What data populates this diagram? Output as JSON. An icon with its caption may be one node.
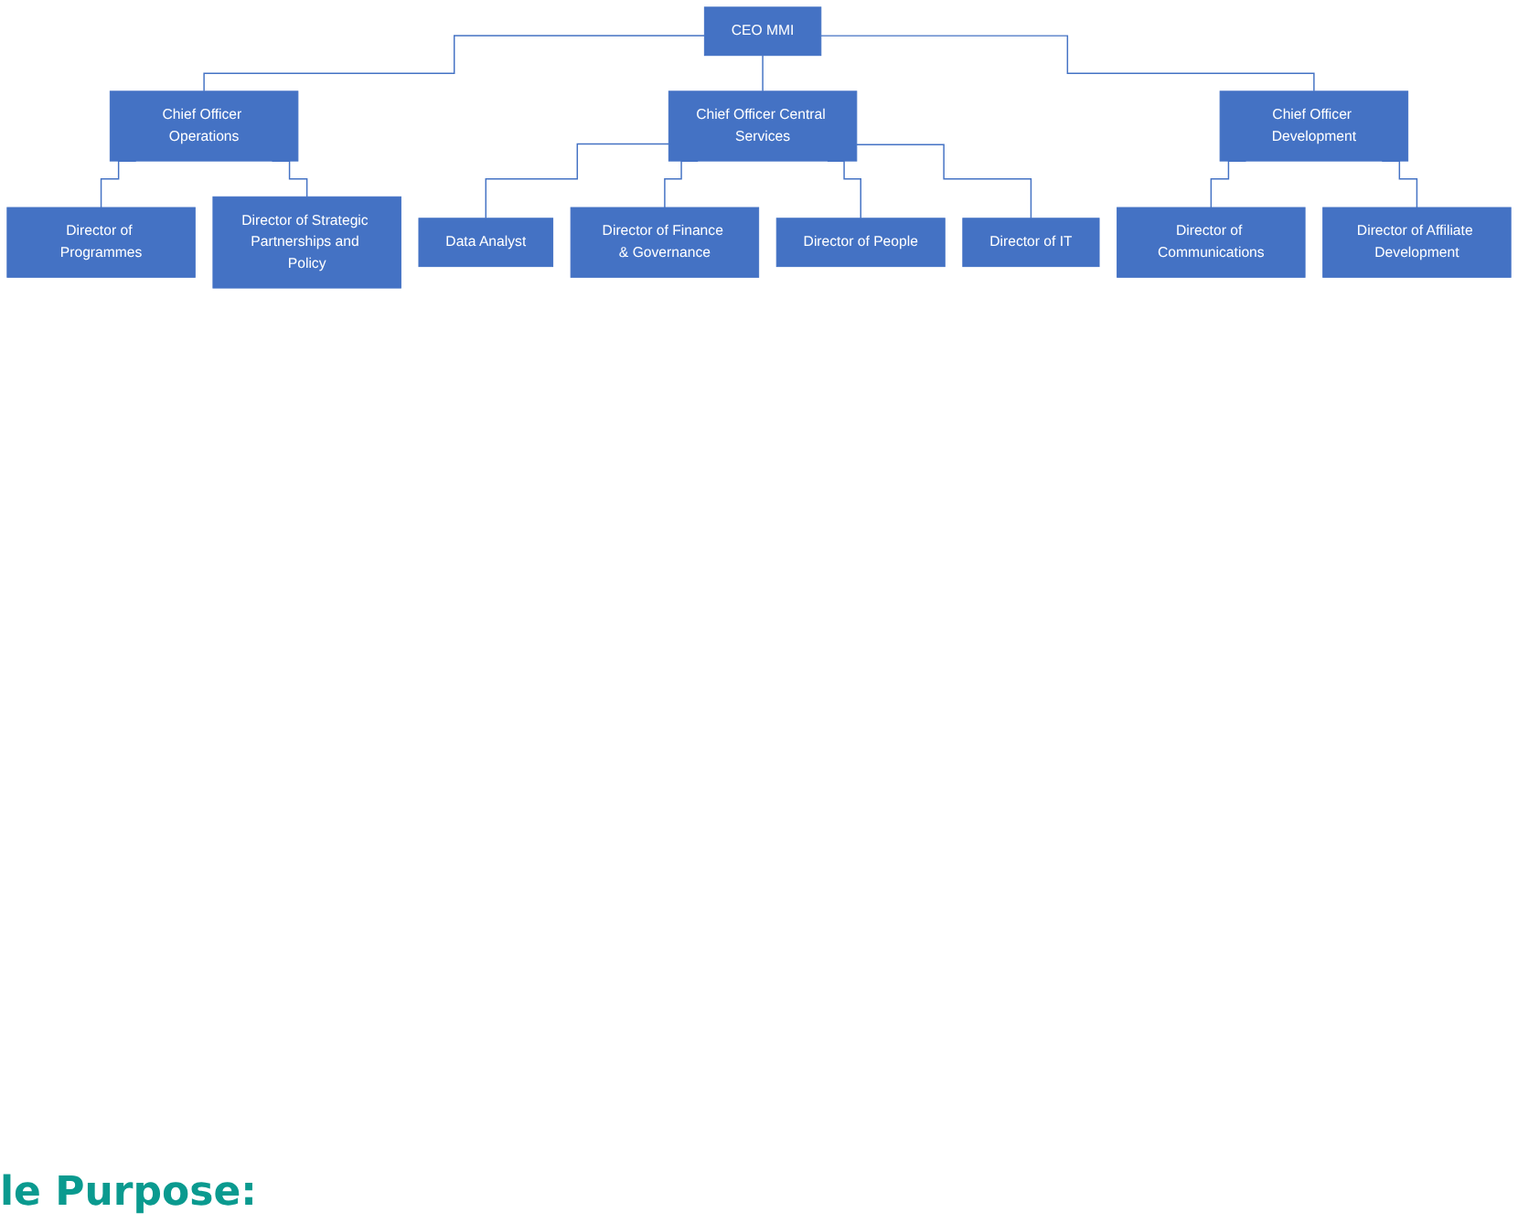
{
  "diagram": {
    "nodes": [
      {
        "text": [
          "CEO MMI"
        ]
      },
      {
        "text": [
          "Chief Officer Operations"
        ]
      },
      {
        "text": [
          "Chief Officer Central Services"
        ]
      },
      {
        "text": [
          "Chief Officer Development"
        ]
      },
      {
        "text": [
          "Director of Programmes"
        ]
      },
      {
        "text": [
          "Director of Strategic Partnerships and Policy"
        ]
      },
      {
        "text": [
          "Data Analyst"
        ]
      },
      {
        "text": [
          "Director of Finance & Governance"
        ]
      },
      {
        "text": [
          "Director of People"
        ]
      },
      {
        "text": [
          "Director of IT"
        ]
      },
      {
        "text": [
          "Director of Communications"
        ]
      },
      {
        "text": [
          "Director of Affiliate Development"
        ]
      }
    ],
    "edges": [
      {
        "from": 0,
        "to": 1,
        "arrow": "none"
      },
      {
        "from": 0,
        "to": 2,
        "arrow": "none"
      },
      {
        "from": 0,
        "to": 3,
        "arrow": "none"
      },
      {
        "from": 1,
        "to": 4,
        "arrow": "none"
      },
      {
        "from": 1,
        "to": 5,
        "arrow": "none"
      },
      {
        "from": 2,
        "to": 6,
        "arrow": "none"
      },
      {
        "from": 2,
        "to": 7,
        "arrow": "none"
      },
      {
        "from": 2,
        "to": 8,
        "arrow": "none"
      },
      {
        "from": 2,
        "to": 9,
        "arrow": "none"
      },
      {
        "from": 3,
        "to": 10,
        "arrow": "none"
      },
      {
        "from": 3,
        "to": 11,
        "arrow": "none"
      }
    ],
    "labels": [
      "le Purpose:"
    ]
  }
}
